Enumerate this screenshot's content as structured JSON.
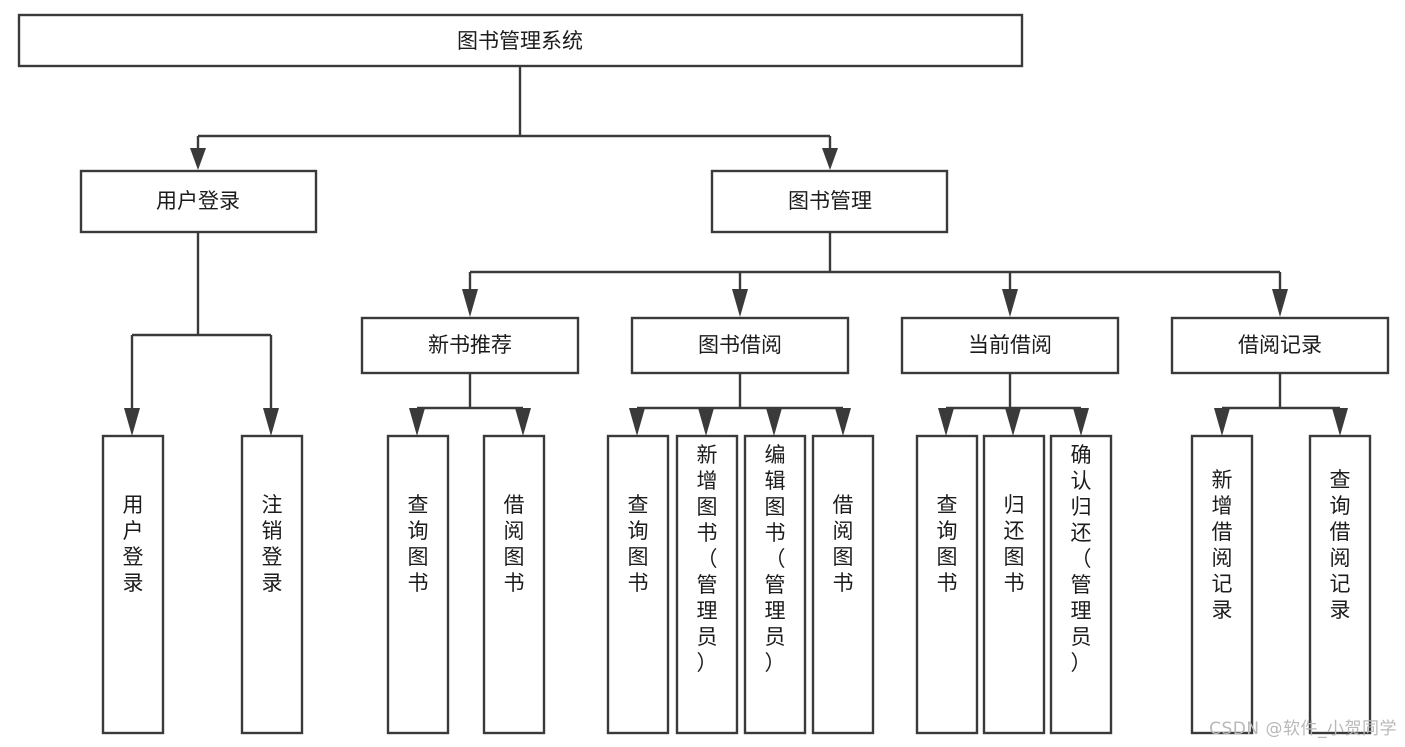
{
  "diagram": {
    "title": "图书管理系统",
    "type": "tree-hierarchy",
    "watermark": "CSDN @软件_小贺同学",
    "colors": {
      "background": "#ffffff",
      "box_fill": "#ffffff",
      "box_stroke": "#3a3a3a",
      "text": "#1c1c1c",
      "watermark": "#b9b9b9"
    }
  },
  "nodes": {
    "root": {
      "label": "图书管理系统",
      "level": 1,
      "orientation": "horizontal"
    },
    "level2": [
      {
        "id": "user-login",
        "label": "用户登录",
        "orientation": "horizontal"
      },
      {
        "id": "book-manage",
        "label": "图书管理",
        "orientation": "horizontal"
      }
    ],
    "level3": [
      {
        "id": "new-book-recommend",
        "label": "新书推荐",
        "orientation": "horizontal",
        "parent": "book-manage"
      },
      {
        "id": "book-borrow",
        "label": "图书借阅",
        "orientation": "horizontal",
        "parent": "book-manage"
      },
      {
        "id": "current-borrow",
        "label": "当前借阅",
        "orientation": "horizontal",
        "parent": "book-manage"
      },
      {
        "id": "borrow-record",
        "label": "借阅记录",
        "orientation": "horizontal",
        "parent": "book-manage"
      }
    ],
    "leaves": [
      {
        "id": "leaf-user-login",
        "label": "用户登录",
        "orientation": "vertical",
        "parent": "user-login"
      },
      {
        "id": "leaf-user-logout",
        "label": "注销登录",
        "orientation": "vertical",
        "parent": "user-login"
      },
      {
        "id": "leaf-query-book-1",
        "label": "查询图书",
        "orientation": "vertical",
        "parent": "new-book-recommend"
      },
      {
        "id": "leaf-borrow-book-1",
        "label": "借阅图书",
        "orientation": "vertical",
        "parent": "new-book-recommend"
      },
      {
        "id": "leaf-query-book-2",
        "label": "查询图书",
        "orientation": "vertical",
        "parent": "book-borrow"
      },
      {
        "id": "leaf-add-book",
        "label": "新增图书（管理员）",
        "orientation": "vertical",
        "parent": "book-borrow"
      },
      {
        "id": "leaf-edit-book",
        "label": "编辑图书（管理员）",
        "orientation": "vertical",
        "parent": "book-borrow"
      },
      {
        "id": "leaf-borrow-book-2",
        "label": "借阅图书",
        "orientation": "vertical",
        "parent": "book-borrow"
      },
      {
        "id": "leaf-query-book-3",
        "label": "查询图书",
        "orientation": "vertical",
        "parent": "current-borrow"
      },
      {
        "id": "leaf-return-book",
        "label": "归还图书",
        "orientation": "vertical",
        "parent": "current-borrow"
      },
      {
        "id": "leaf-confirm-return",
        "label": "确认归还（管理员）",
        "orientation": "vertical",
        "parent": "current-borrow"
      },
      {
        "id": "leaf-add-record",
        "label": "新增借阅记录",
        "orientation": "vertical",
        "parent": "borrow-record"
      },
      {
        "id": "leaf-query-record",
        "label": "查询借阅记录",
        "orientation": "vertical",
        "parent": "borrow-record"
      }
    ]
  }
}
